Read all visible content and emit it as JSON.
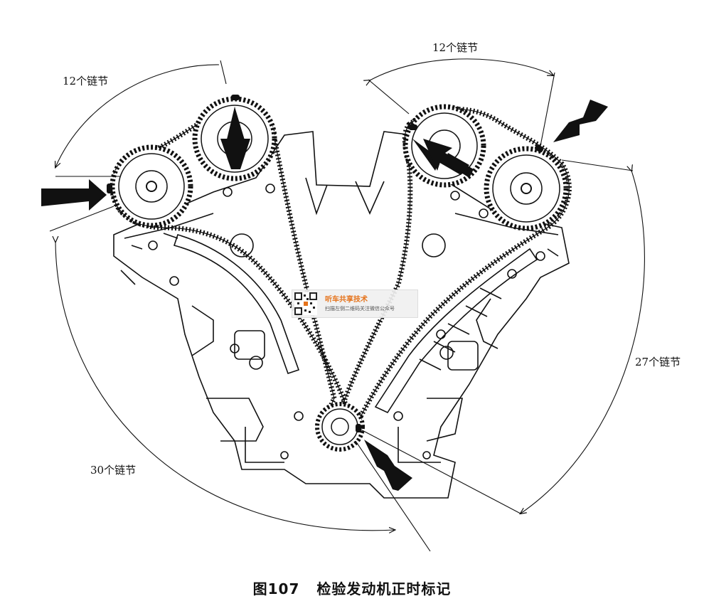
{
  "labels": {
    "left_top": "12个链节",
    "right_top": "12个链节",
    "right_side": "27个链节",
    "left_bottom": "30个链节"
  },
  "caption": {
    "figure_no": "图107",
    "title": "检验发动机正时标记"
  },
  "watermark": {
    "title": "听车共享技术",
    "subtitle": "扫描左侧二维码关注微信公众号"
  }
}
